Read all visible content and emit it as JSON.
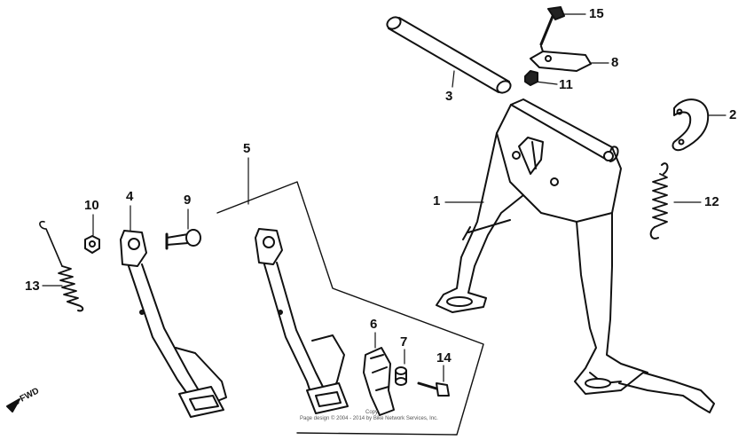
{
  "diagram": {
    "callouts": {
      "p1": "1",
      "p2": "2",
      "p3": "3",
      "p4": "4",
      "p5": "5",
      "p6": "6",
      "p7": "7",
      "p8": "8",
      "p9": "9",
      "p10": "10",
      "p11": "11",
      "p12": "12",
      "p13": "13",
      "p14": "14",
      "p15": "15"
    },
    "direction_label": "FWD",
    "copyright_line1": "Copy",
    "copyright_line2": "Page design © 2004 - 2014 by Bike Network Services, Inc."
  }
}
